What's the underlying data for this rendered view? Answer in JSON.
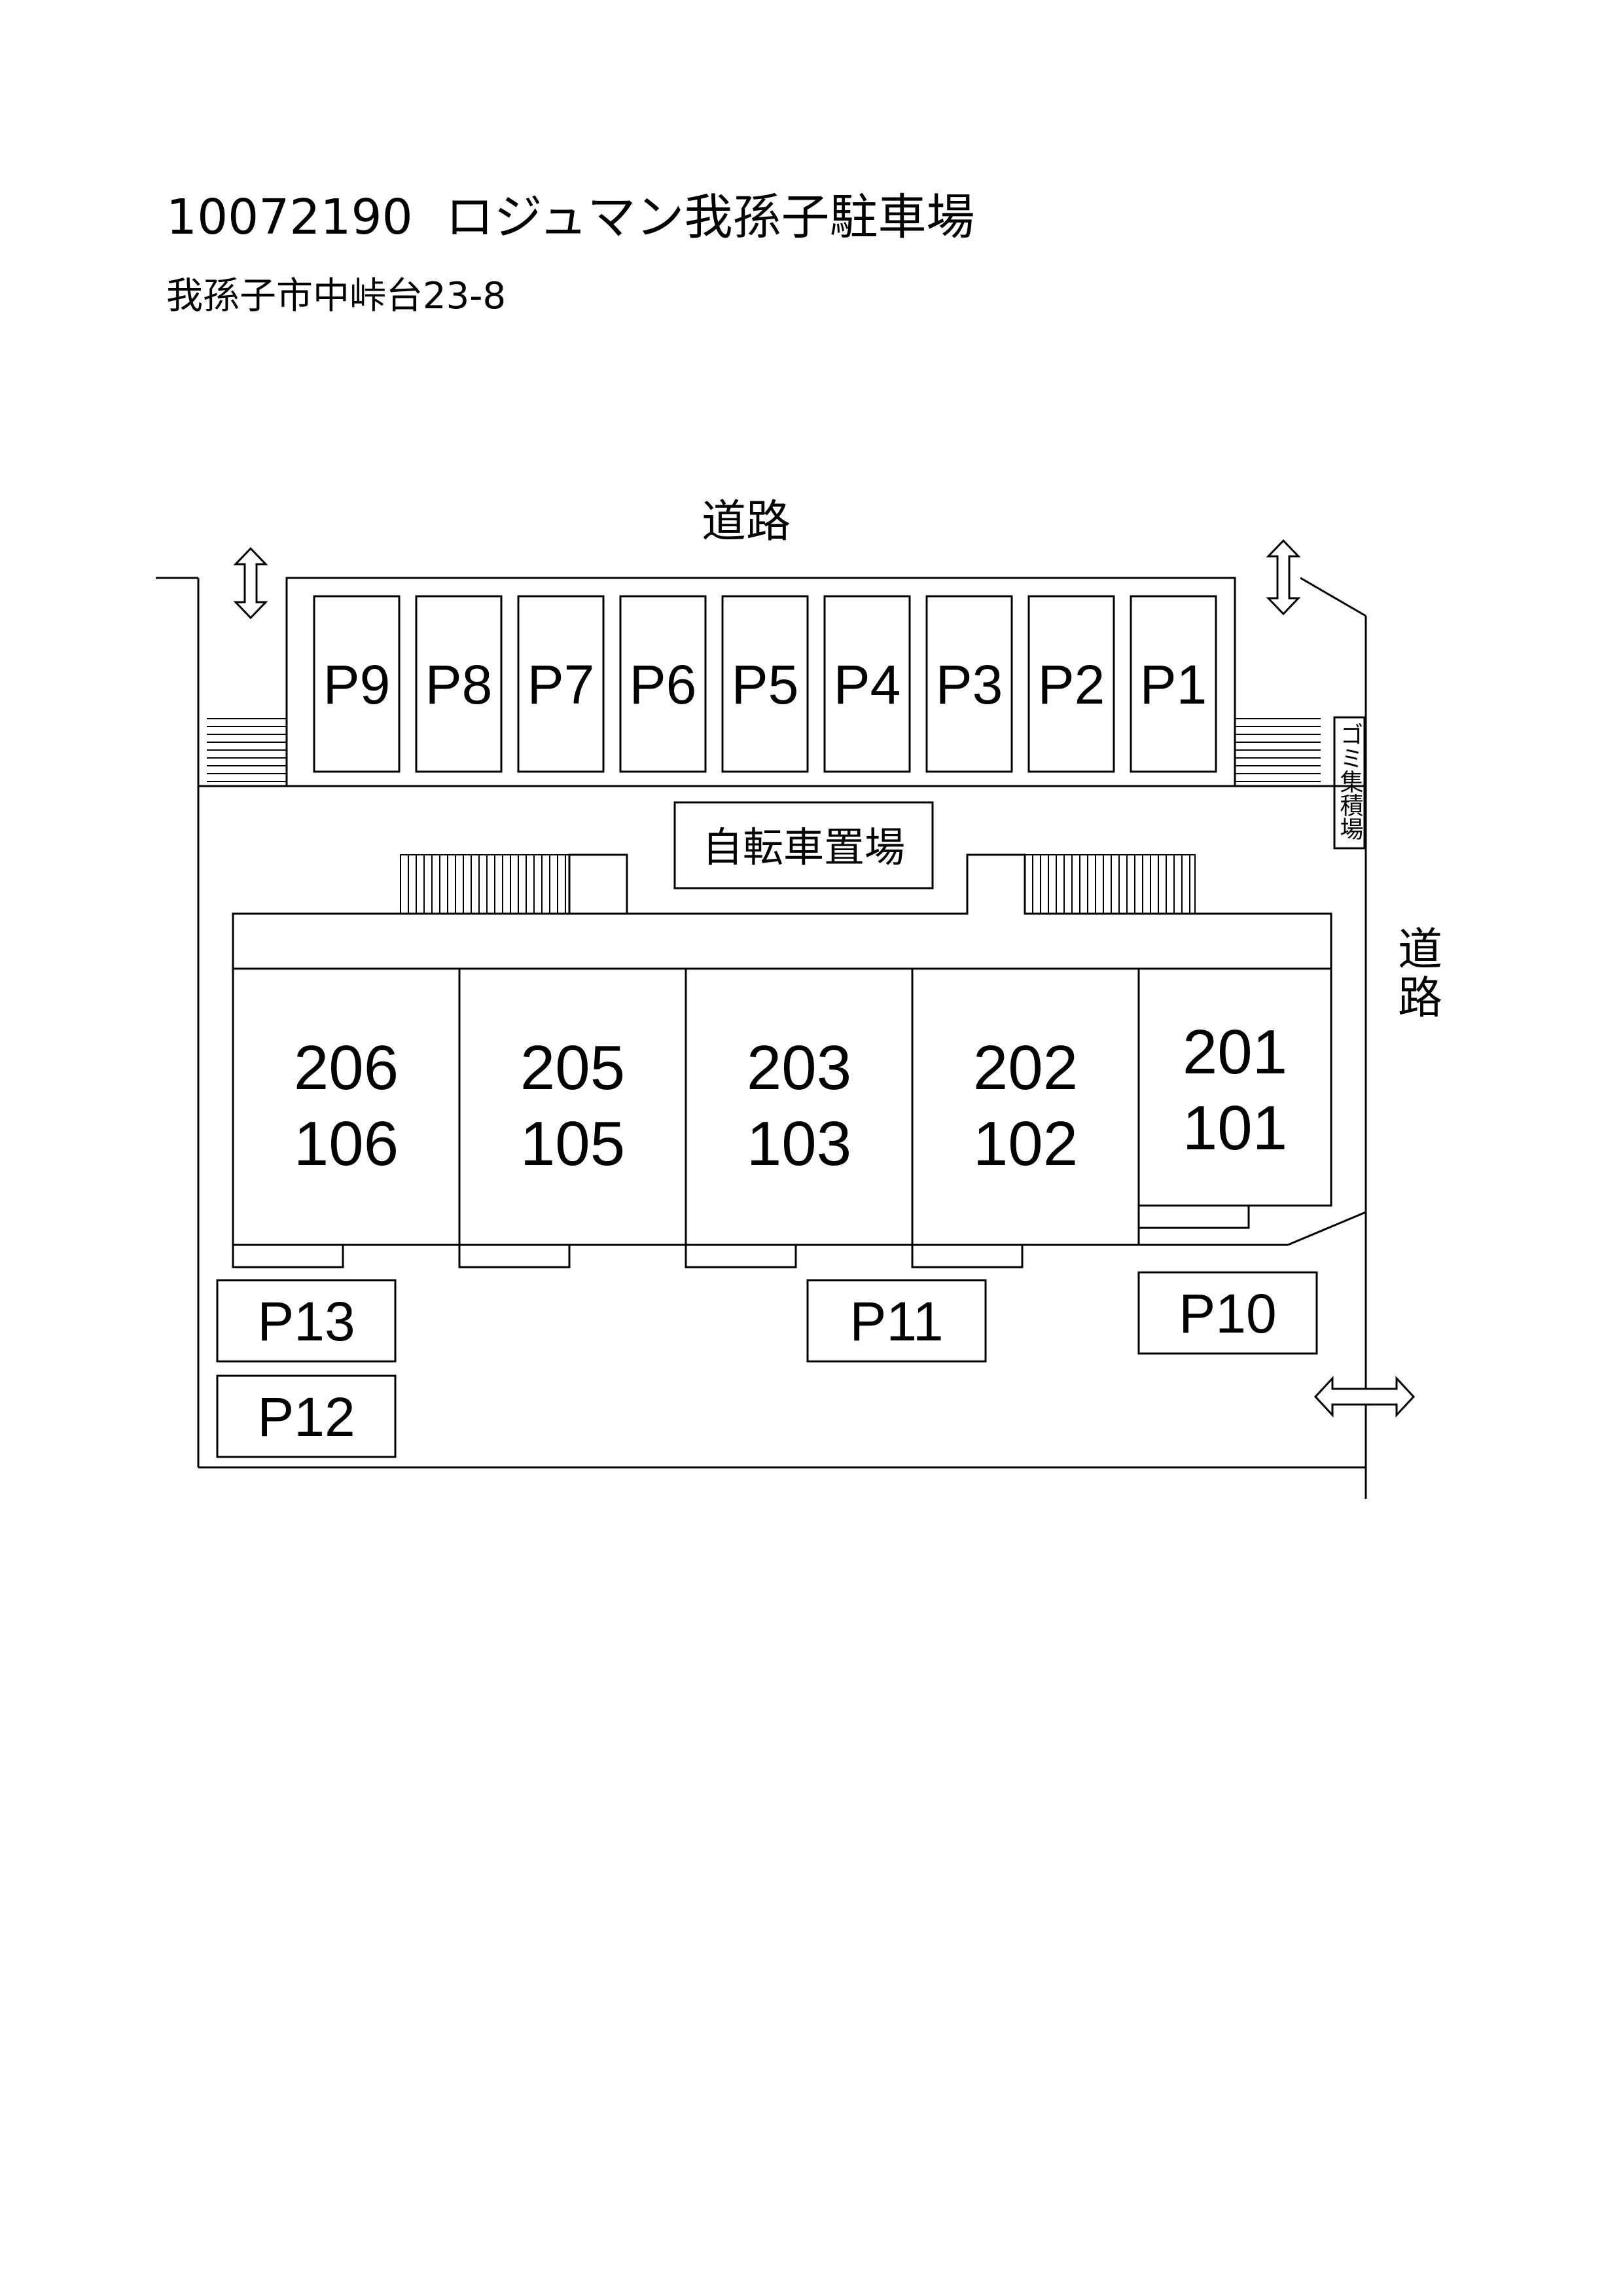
{
  "header": {
    "property_id": "10072190",
    "property_name": "ロジュマン我孫子駐車場",
    "address": "我孫子市中峠台23-8"
  },
  "map": {
    "road_top": "道路",
    "road_right": "道路",
    "bicycle_parking": "自転車置場",
    "garbage_area": "ゴミ集積場",
    "top_parking": [
      "P9",
      "P8",
      "P7",
      "P6",
      "P5",
      "P4",
      "P3",
      "P2",
      "P1"
    ],
    "units": [
      {
        "upper": "206",
        "lower": "106"
      },
      {
        "upper": "205",
        "lower": "105"
      },
      {
        "upper": "203",
        "lower": "103"
      },
      {
        "upper": "202",
        "lower": "102"
      },
      {
        "upper": "201",
        "lower": "101"
      }
    ],
    "lower_parking": {
      "p13": "P13",
      "p12": "P12",
      "p11": "P11",
      "p10": "P10"
    }
  }
}
